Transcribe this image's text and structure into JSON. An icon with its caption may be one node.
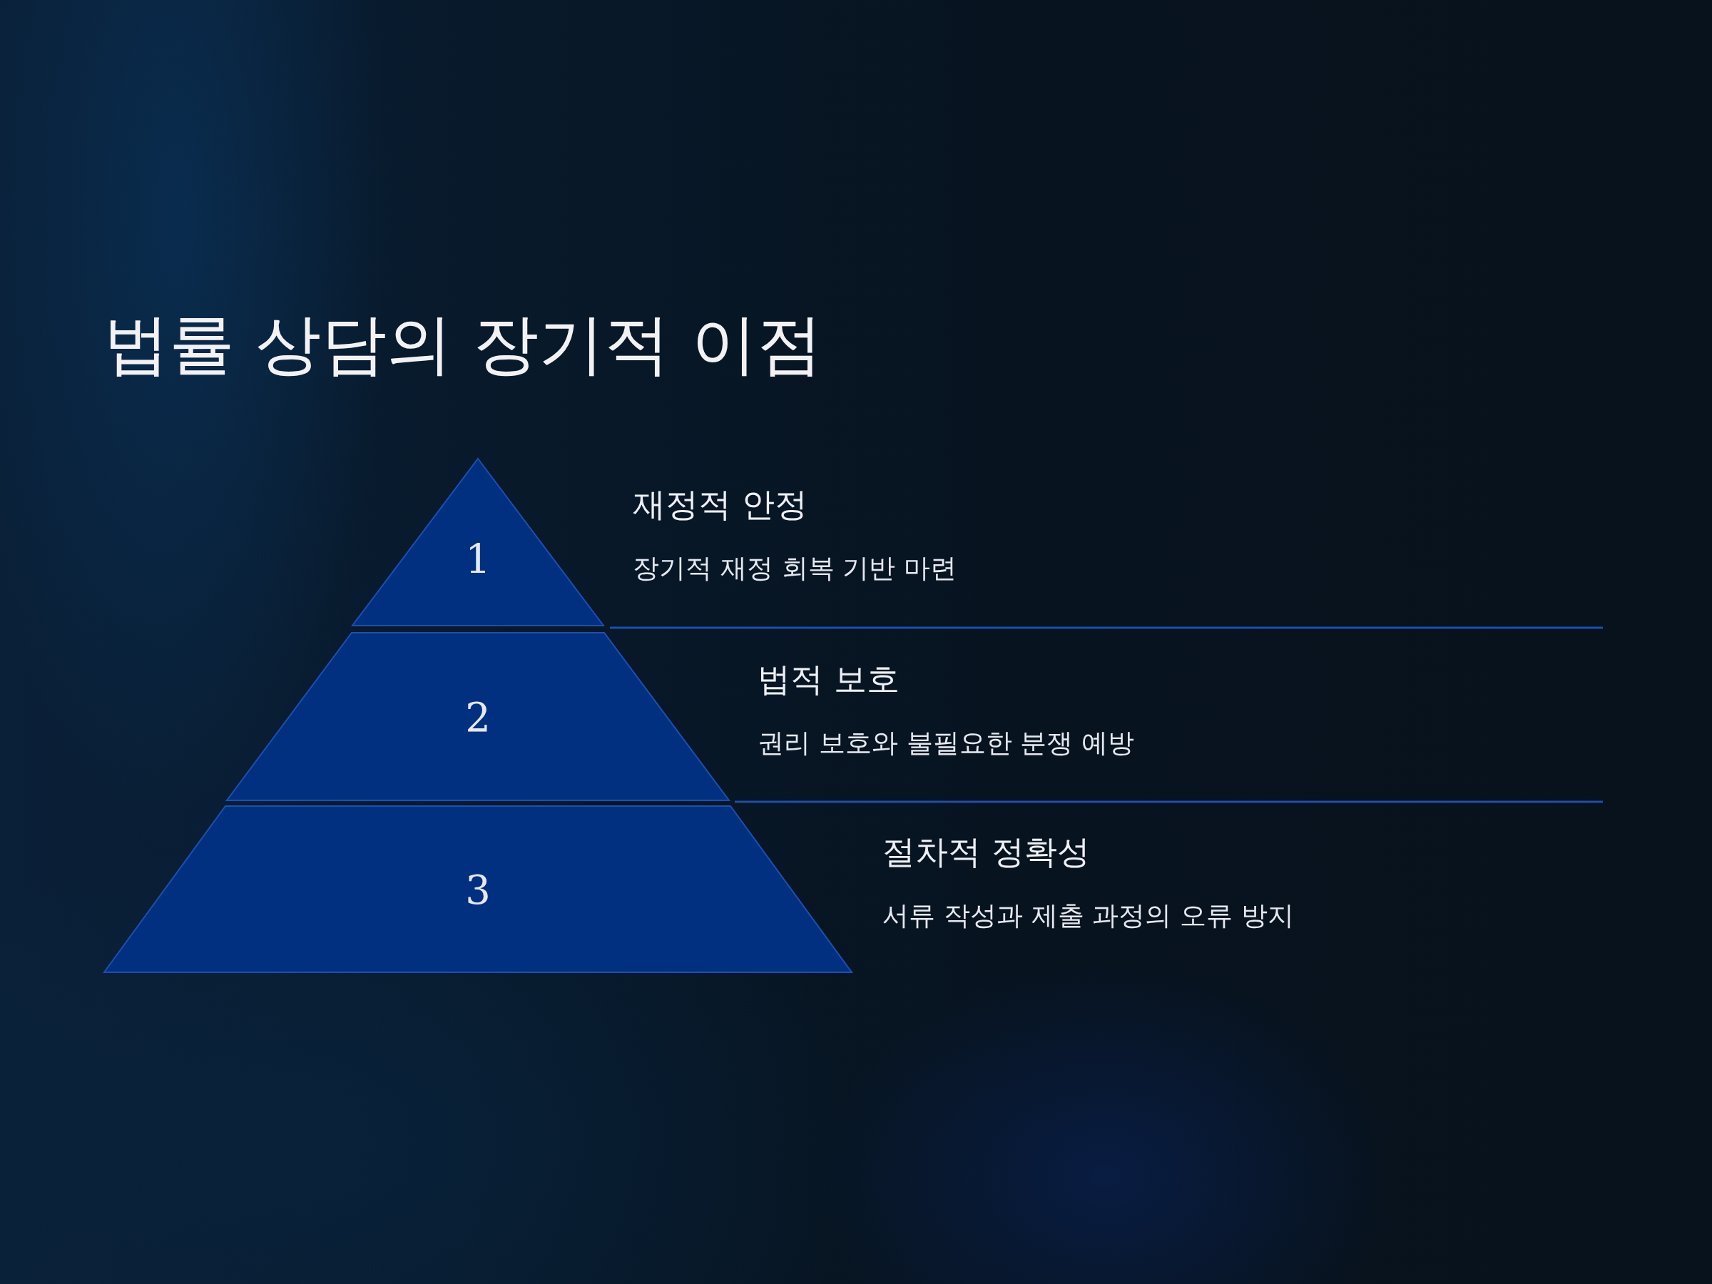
{
  "diagram": {
    "title": "법률 상담의 장기적 이점",
    "nodes": [
      {
        "text": [
          "1"
        ],
        "beside": [
          "재정적 안정",
          "장기적 재정 회복 기반 마련"
        ]
      },
      {
        "text": [
          "2"
        ],
        "beside": [
          "법적 보호",
          "권리 보호와 불필요한 분쟁 예방"
        ]
      },
      {
        "text": [
          "3"
        ],
        "beside": [
          "절차적 정확성",
          "서류 작성과 제출 과정의 오류 방지"
        ]
      }
    ]
  }
}
